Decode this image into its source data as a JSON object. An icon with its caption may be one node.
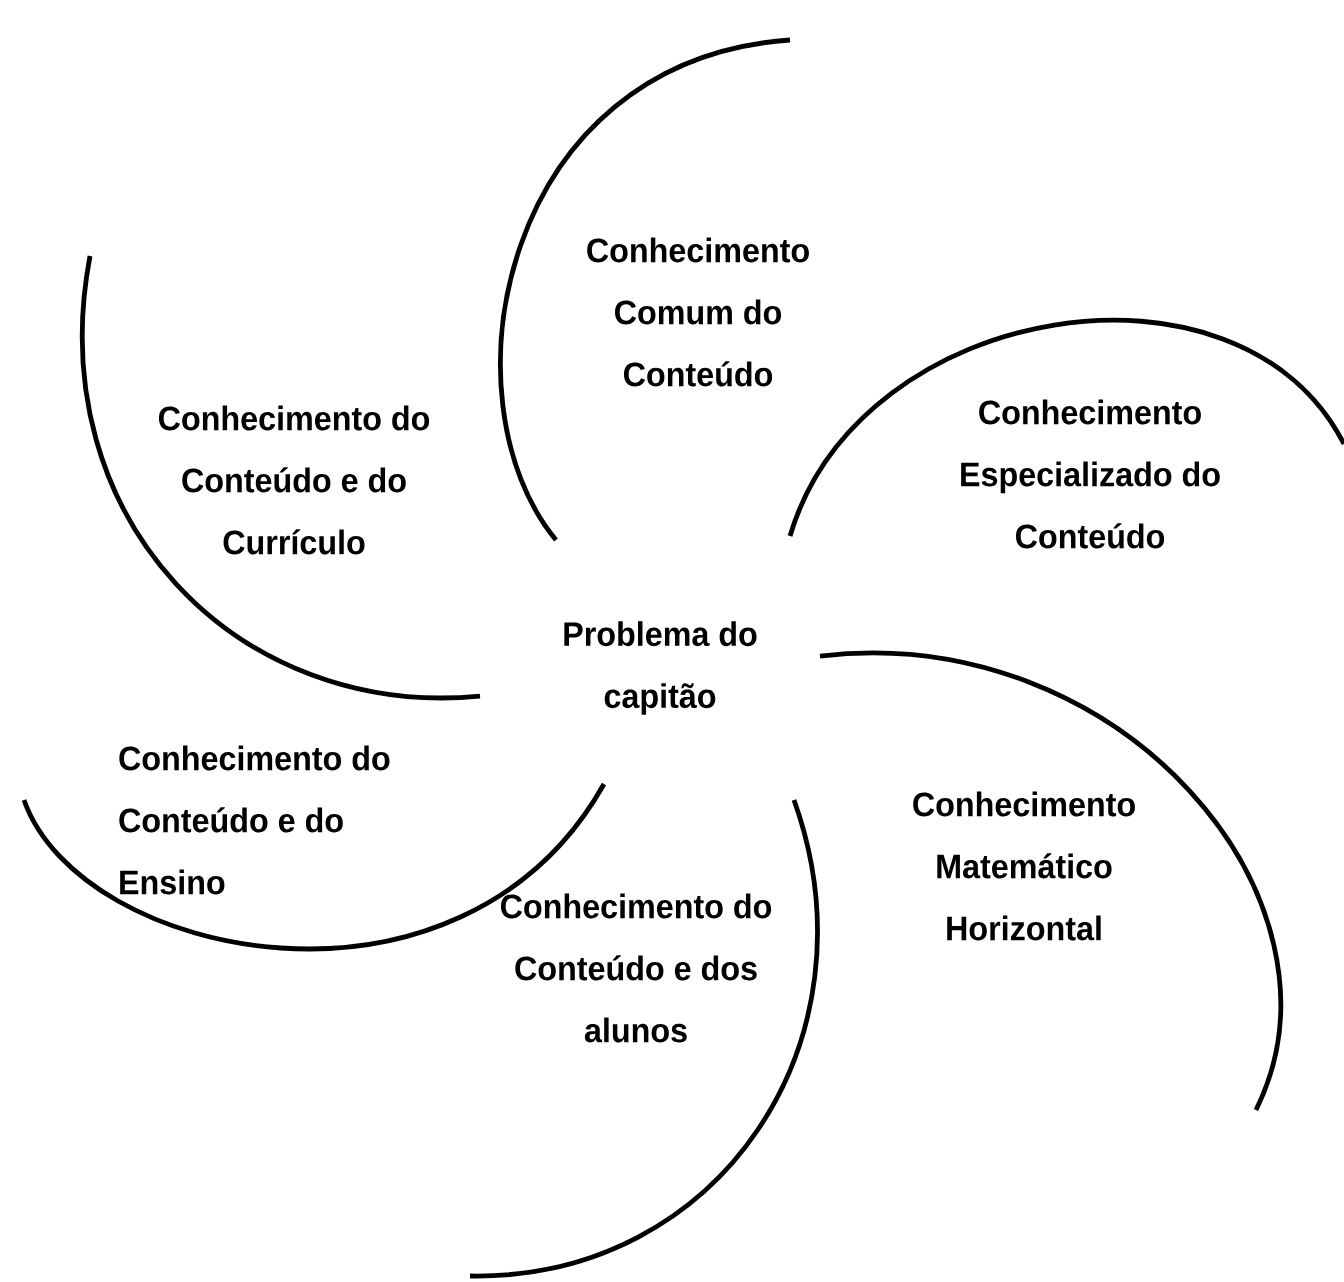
{
  "diagram": {
    "nodes": [
      {
        "text": [
          "Conhecimento Comum do Conteúdo"
        ]
      },
      {
        "text": [
          "Conhecimento do Conteúdo e do Currículo"
        ]
      },
      {
        "text": [
          "Conhecimento Especializado do Conteúdo"
        ]
      },
      {
        "text": [
          "Problema do capitão"
        ]
      },
      {
        "text": [
          "Conhecimento do Conteúdo e do Ensino"
        ]
      },
      {
        "text": [
          "Conhecimento Matemático Horizontal"
        ]
      },
      {
        "text": [
          "Conhecimento do Conteúdo e dos alunos"
        ]
      }
    ]
  }
}
